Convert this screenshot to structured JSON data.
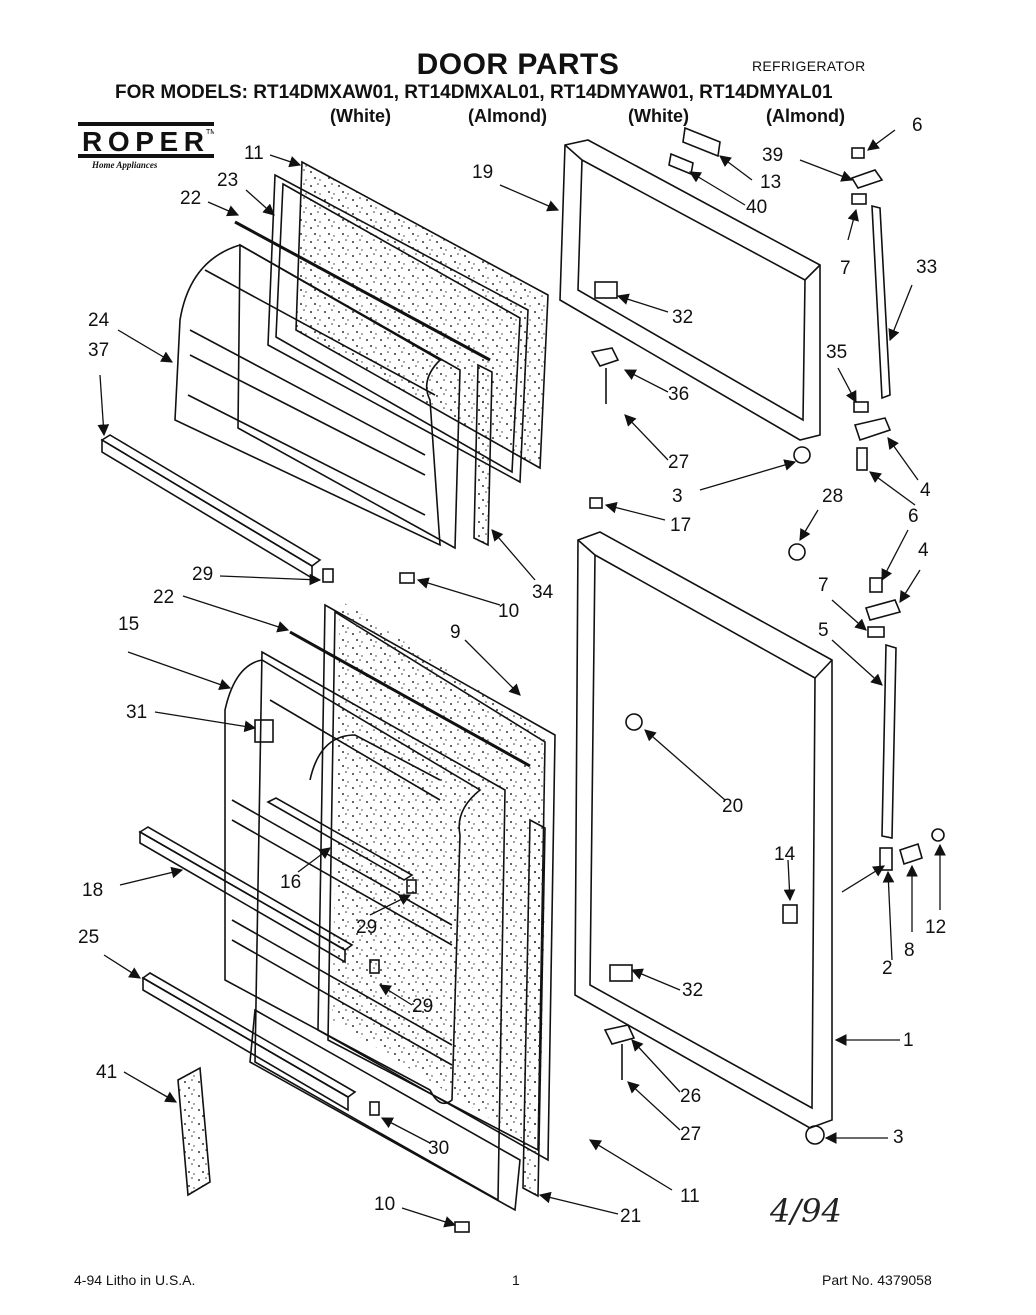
{
  "header": {
    "title": "DOOR PARTS",
    "category": "REFRIGERATOR",
    "models_line": "FOR MODELS: RT14DMXAW01, RT14DMXAL01, RT14DMYAW01, RT14DMYAL01",
    "colors": [
      "(White)",
      "(Almond)",
      "(White)",
      "(Almond)"
    ],
    "brand": "ROPER",
    "brand_tagline": "Home Appliances"
  },
  "callouts": {
    "c11a": "11",
    "c23": "23",
    "c22a": "22",
    "c24": "24",
    "c37": "37",
    "c19": "19",
    "c13": "13",
    "c40": "40",
    "c32a": "32",
    "c36": "36",
    "c27a": "27",
    "c3a": "3",
    "c6a": "6",
    "c39": "39",
    "c7a": "7",
    "c33": "33",
    "c35": "35",
    "c4a": "4",
    "c17": "17",
    "c28": "28",
    "c6b": "6",
    "c4b": "4",
    "c7b": "7",
    "c5": "5",
    "c29a": "29",
    "c10a": "10",
    "c34": "34",
    "c22b": "22",
    "c9": "9",
    "c15": "15",
    "c31": "31",
    "c20": "20",
    "c14": "14",
    "c16": "16",
    "c18": "18",
    "c29b": "29",
    "c25": "25",
    "c29c": "29",
    "c2": "2",
    "c8": "8",
    "c12": "12",
    "c32b": "32",
    "c1": "1",
    "c41": "41",
    "c26": "26",
    "c27b": "27",
    "c30": "30",
    "c3b": "3",
    "c11b": "11",
    "c10b": "10",
    "c21": "21"
  },
  "handwritten_note": "4/94",
  "footer": {
    "date_print": "4-94  Litho in U.S.A.",
    "page_number": "1",
    "part_number": "Part No. 4379058"
  }
}
